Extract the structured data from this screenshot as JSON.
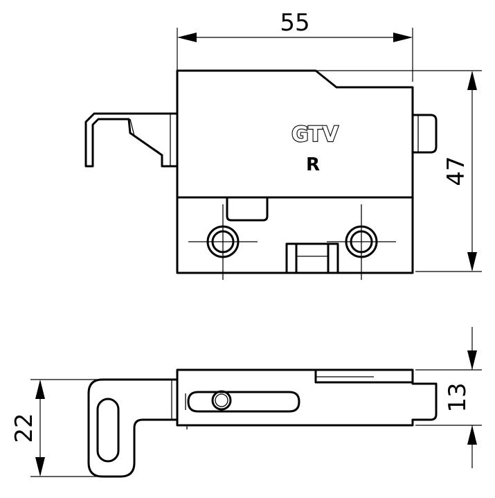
{
  "drawing": {
    "top_view": {
      "brand_logo": "GTV",
      "side_mark": "R"
    },
    "dimensions": {
      "width": "55",
      "height": "47",
      "side_height": "22",
      "side_depth": "13"
    }
  }
}
